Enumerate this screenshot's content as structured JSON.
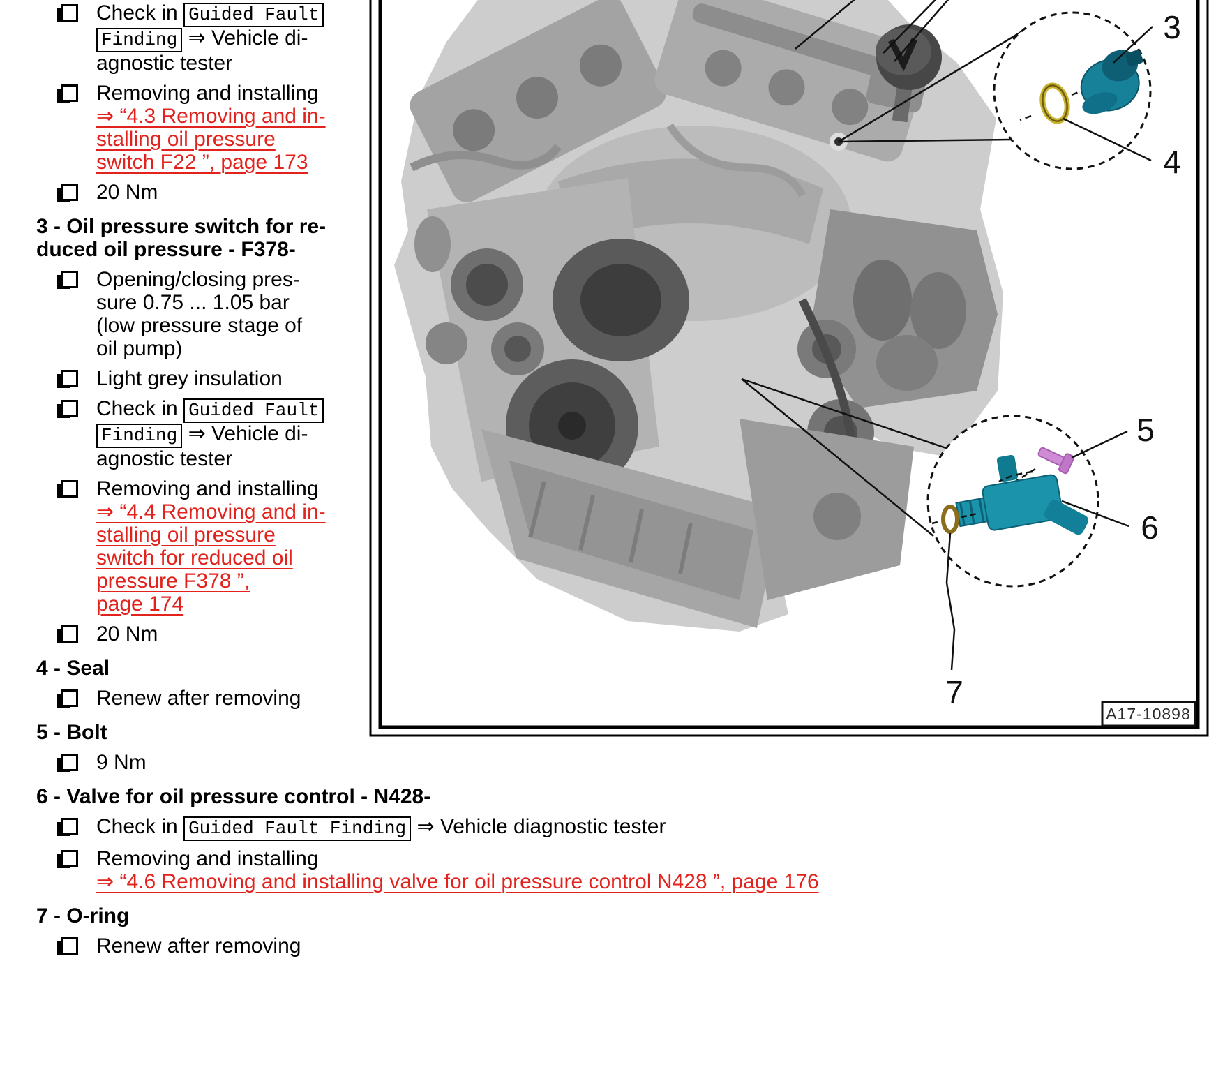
{
  "content": {
    "pre_items": [
      {
        "prefix": "Check in",
        "gff_line1": "Guided Fault",
        "gff_line2": "Finding",
        "suffix": "⇒ Vehicle di-\nagnostic tester"
      },
      {
        "label": "Removing and installing",
        "link": "⇒ “4.3 Removing and in-\nstalling oil pressure\nswitch F22 ”, page 173"
      },
      {
        "label": "20 Nm"
      }
    ],
    "sections": [
      {
        "heading": "3 - Oil pressure switch for re-\nduced oil pressure - F378-",
        "items": [
          {
            "label": "Opening/closing pres-\nsure 0.75 ... 1.05 bar\n(low pressure stage of\noil pump)"
          },
          {
            "label": "Light grey insulation"
          },
          {
            "prefix": "Check in",
            "gff_line1": "Guided Fault",
            "gff_line2": "Finding",
            "suffix": "⇒ Vehicle di-\nagnostic tester"
          },
          {
            "label": "Removing and installing",
            "link": "⇒ “4.4 Removing and in-\nstalling oil pressure\nswitch for reduced oil\npressure F378 ”,\npage 174"
          },
          {
            "label": "20 Nm"
          }
        ]
      },
      {
        "heading": "4 - Seal",
        "items": [
          {
            "label": "Renew after removing"
          }
        ]
      },
      {
        "heading": "5 - Bolt",
        "items": [
          {
            "label": "9 Nm"
          }
        ]
      },
      {
        "heading": "6 - Valve for oil pressure control - N428-",
        "items": [
          {
            "prefix": "Check in",
            "gff": "Guided Fault Finding",
            "suffix": "⇒ Vehicle diagnostic tester"
          },
          {
            "label": "Removing and installing",
            "link": "⇒ “4.6 Removing and installing valve for oil pressure control N428 ”, page 176"
          }
        ]
      },
      {
        "heading": "7 - O-ring",
        "items": [
          {
            "label": "Renew after removing"
          }
        ]
      }
    ]
  },
  "figure": {
    "ref_label": "A17-10898",
    "callouts": {
      "c3": "3",
      "c4": "4",
      "c5": "5",
      "c6": "6",
      "c7": "7"
    },
    "colors": {
      "switch_teal": "#17819a",
      "valve_teal": "#1a93ab",
      "seal_yellow": "#c8b42f",
      "bolt_pink": "#cf8bd6",
      "oring_yellow": "#8a6d1d",
      "link_red": "#e2231d"
    }
  }
}
